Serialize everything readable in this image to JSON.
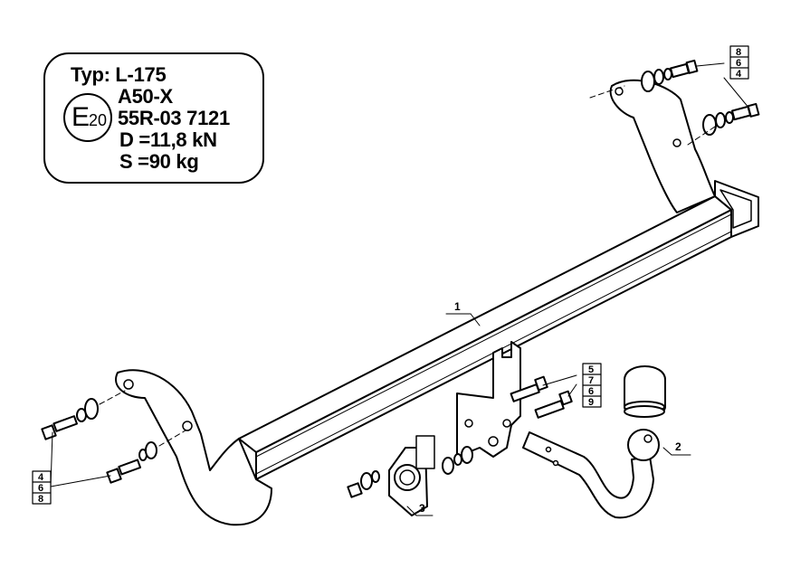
{
  "info": {
    "type_label": "Typ: L-175",
    "approval_class": "A50-X",
    "e_letter": "E",
    "e_number": "20",
    "approval_number": "55R-03 7121",
    "d_value": "D =11,8 kN",
    "s_value": "S =90 kg"
  },
  "callouts": {
    "part_1": "1",
    "part_2": "2",
    "part_3": "3",
    "hardware_right_top": [
      "8",
      "6",
      "4"
    ],
    "hardware_left": [
      "4",
      "6",
      "8"
    ],
    "hardware_center_heads": [
      "5",
      "7"
    ],
    "hardware_center_stack": [
      "6",
      "9"
    ]
  }
}
